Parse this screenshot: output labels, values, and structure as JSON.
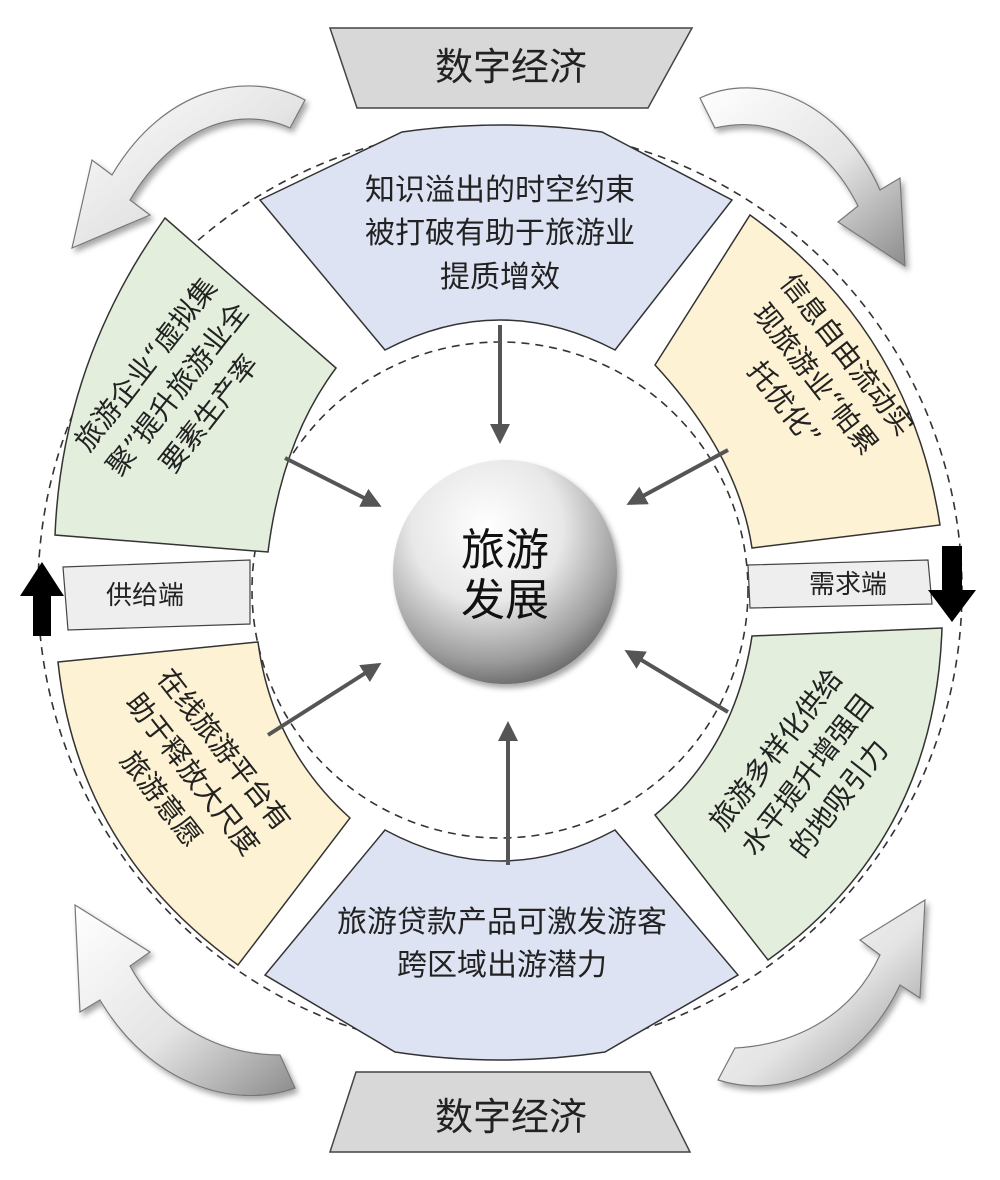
{
  "center": {
    "line1": "旅游",
    "line2": "发展"
  },
  "top_tab": "数字经济",
  "bottom_tab": "数字经济",
  "left_label": "供给端",
  "right_label": "需求端",
  "segments": {
    "top": [
      "知识溢出的时空约束",
      "被打破有助于旅游业",
      "提质增效"
    ],
    "bottom": [
      "旅游贷款产品可激发游客",
      "跨区域出游潜力"
    ],
    "upper_left": [
      "旅游企业“虚拟集",
      "聚”提升旅游业全",
      "要素生产率"
    ],
    "upper_right": [
      "信息自由流动实",
      "现旅游业“帕累",
      "托优化”"
    ],
    "lower_left": [
      "在线旅游平台有",
      "助于释放大尺度",
      "旅游意愿"
    ],
    "lower_right": [
      "旅游多样化供给",
      "水平提升增强目",
      "的地吸引力"
    ]
  },
  "colors": {
    "blue": "#dde3f3",
    "green": "#e3efdc",
    "yellow": "#fdf2d3",
    "tab_gray": "#d8d8d8",
    "label_gray": "#eeeeee"
  }
}
